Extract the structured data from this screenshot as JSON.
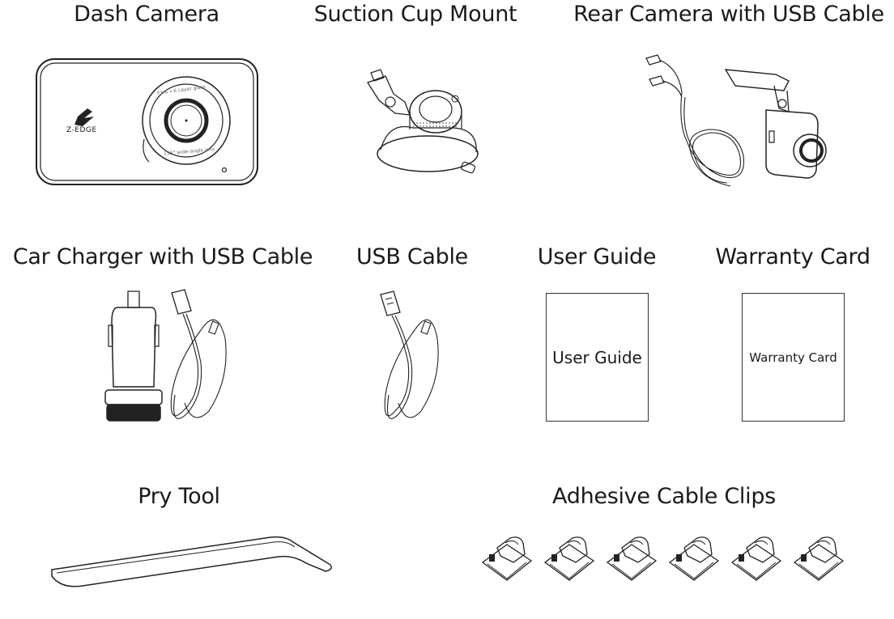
{
  "items": {
    "dash_camera": {
      "label": "Dash Camera",
      "brand": "Z-EDGE",
      "lens_top_text": "F1.6 • 6 Layer glass",
      "lens_bottom_text": "155° wide-angle lens"
    },
    "suction_mount": {
      "label": "Suction Cup Mount"
    },
    "rear_camera": {
      "label": "Rear Camera with USB Cable"
    },
    "car_charger": {
      "label": "Car Charger with USB Cable"
    },
    "usb_cable": {
      "label": "USB Cable"
    },
    "user_guide": {
      "label": "User Guide",
      "card_text": "User Guide"
    },
    "warranty_card": {
      "label": "Warranty Card",
      "card_text": "Warranty Card"
    },
    "pry_tool": {
      "label": "Pry Tool"
    },
    "cable_clips": {
      "label": "Adhesive Cable Clips",
      "count": 6
    }
  }
}
